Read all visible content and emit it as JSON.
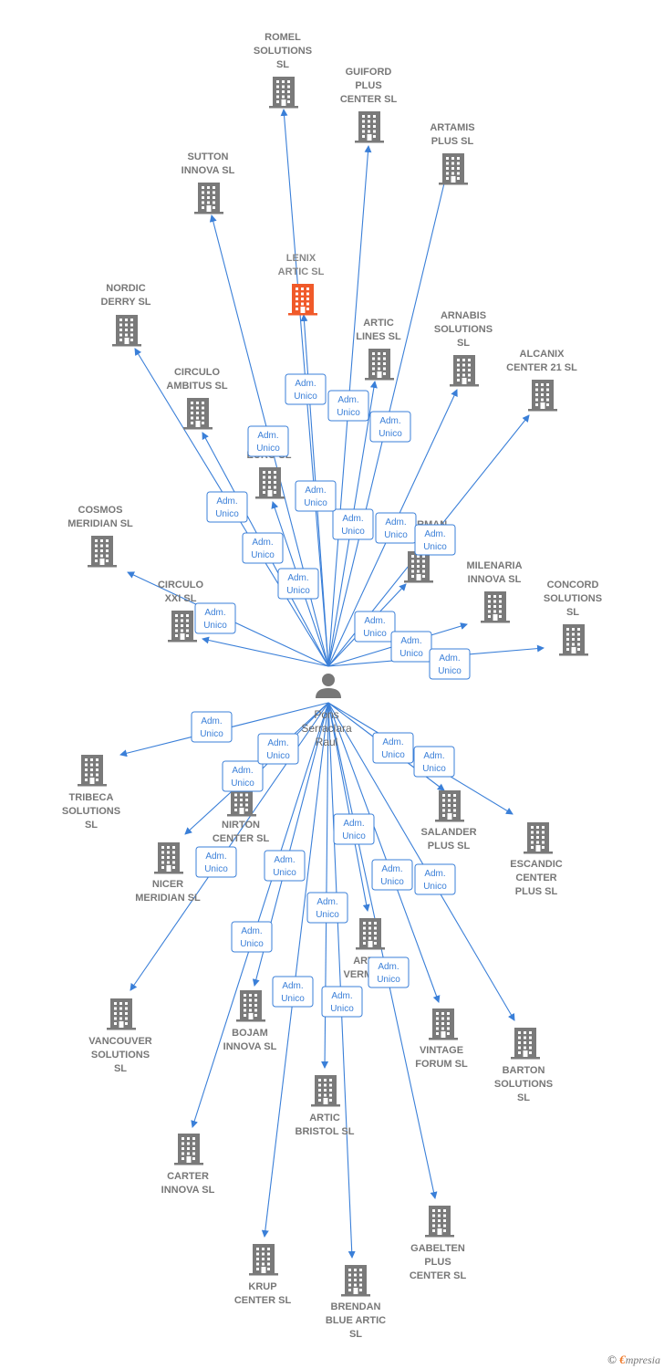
{
  "center": {
    "name_lines": [
      "Pons",
      "Serraclara",
      "Raul"
    ],
    "icon": "person-icon"
  },
  "role_label": [
    "Adm.",
    "Unico"
  ],
  "colors": {
    "edge": "#3a7fd8",
    "building": "#7a7a7a",
    "building_highlight": "#f05a2a"
  },
  "companies": [
    {
      "id": "romel",
      "lines": [
        "ROMEL",
        "SOLUTIONS",
        "SL"
      ]
    },
    {
      "id": "guiford",
      "lines": [
        "GUIFORD",
        "PLUS",
        "CENTER SL"
      ]
    },
    {
      "id": "artamis",
      "lines": [
        "ARTAMIS",
        "PLUS SL"
      ]
    },
    {
      "id": "sutton",
      "lines": [
        "SUTTON",
        "INNOVA SL"
      ]
    },
    {
      "id": "lenix",
      "lines": [
        "LENIX",
        "ARTIC  SL"
      ],
      "highlight": true
    },
    {
      "id": "nordic",
      "lines": [
        "NORDIC",
        "DERRY  SL"
      ]
    },
    {
      "id": "artic_lines",
      "lines": [
        "ARTIC",
        "LINES SL"
      ]
    },
    {
      "id": "arnabis",
      "lines": [
        "ARNABIS",
        "SOLUTIONS",
        "SL"
      ]
    },
    {
      "id": "alcanix",
      "lines": [
        "ALCANIX",
        "CENTER 21 SL"
      ]
    },
    {
      "id": "circulo_ambitus",
      "lines": [
        "CIRCULO",
        "AMBITUS SL"
      ]
    },
    {
      "id": "euro",
      "lines": [
        "EURO  SL"
      ]
    },
    {
      "id": "cosmos",
      "lines": [
        "COSMOS",
        "MERIDIAN  SL"
      ]
    },
    {
      "id": "erman",
      "lines": [
        "ERMAN"
      ]
    },
    {
      "id": "milenaria",
      "lines": [
        "MILENARIA",
        "INNOVA SL"
      ]
    },
    {
      "id": "concord",
      "lines": [
        "CONCORD",
        "SOLUTIONS",
        "SL"
      ]
    },
    {
      "id": "circulo_xxi",
      "lines": [
        "CIRCULO",
        "XXI SL"
      ]
    },
    {
      "id": "tribeca",
      "lines": [
        "TRIBECA",
        "SOLUTIONS",
        "SL"
      ]
    },
    {
      "id": "nirton",
      "lines": [
        "NIRTON",
        "CENTER SL"
      ]
    },
    {
      "id": "salander",
      "lines": [
        "SALANDER",
        "PLUS SL"
      ]
    },
    {
      "id": "escandic",
      "lines": [
        "ESCANDIC",
        "CENTER",
        "PLUS SL"
      ]
    },
    {
      "id": "nicer",
      "lines": [
        "NICER",
        "MERIDIAN  SL"
      ]
    },
    {
      "id": "artic_vermont",
      "lines": [
        "ARTIC",
        "VERMONT"
      ]
    },
    {
      "id": "vancouver",
      "lines": [
        "VANCOUVER",
        "SOLUTIONS",
        "SL"
      ]
    },
    {
      "id": "bojam",
      "lines": [
        "BOJAM",
        "INNOVA  SL"
      ]
    },
    {
      "id": "vintage",
      "lines": [
        "VINTAGE",
        "FORUM SL"
      ]
    },
    {
      "id": "barton",
      "lines": [
        "BARTON",
        "SOLUTIONS",
        "SL"
      ]
    },
    {
      "id": "artic_bristol",
      "lines": [
        "ARTIC",
        "BRISTOL  SL"
      ]
    },
    {
      "id": "carter",
      "lines": [
        "CARTER",
        "INNOVA SL"
      ]
    },
    {
      "id": "gabelten",
      "lines": [
        "GABELTEN",
        "PLUS",
        "CENTER SL"
      ]
    },
    {
      "id": "krup",
      "lines": [
        "KRUP",
        "CENTER SL"
      ]
    },
    {
      "id": "brendan",
      "lines": [
        "BRENDAN",
        "BLUE ARTIC",
        "SL"
      ]
    }
  ],
  "footer": {
    "copyright": "©",
    "brand_initial": "€",
    "brand_rest": "mpresia"
  }
}
